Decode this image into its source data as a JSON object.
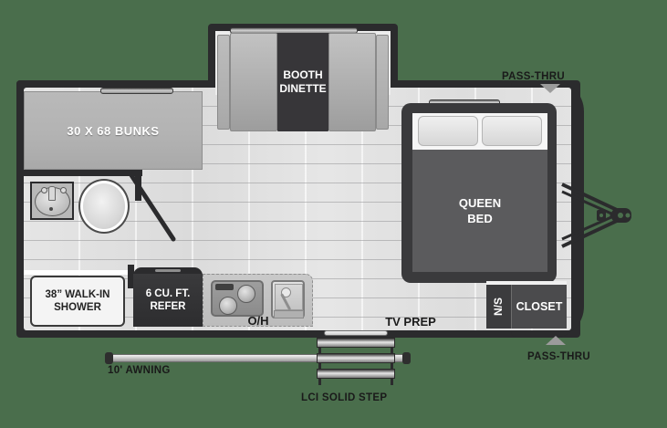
{
  "plan": {
    "title": "RV Travel Trailer Floorplan",
    "background_color": "#4a6e4c",
    "shell_color": "#2b2b2d",
    "floor_color": "#e9e9e9"
  },
  "rooms": {
    "bunks": {
      "label": "30 X 68 BUNKS"
    },
    "dinette": {
      "label_line1": "BOOTH",
      "label_line2": "DINETTE"
    },
    "shower": {
      "label_line1": "38” WALK-IN",
      "label_line2": "SHOWER"
    },
    "refer": {
      "label_line1": "6 CU. FT.",
      "label_line2": "REFER"
    },
    "bed": {
      "label_line1": "QUEEN",
      "label_line2": "BED"
    },
    "closet": {
      "label": "CLOSET"
    },
    "nightstand": {
      "label": "N/S"
    }
  },
  "floor_labels": {
    "overhead": "O/H",
    "tv_prep": "TV PREP"
  },
  "exterior": {
    "pass_thru_front": "PASS-THRU",
    "pass_thru_rear": "PASS-THRU",
    "awning": "10' AWNING",
    "step": "LCI SOLID STEP"
  },
  "icons": {
    "bathroom_sink": "sink-icon",
    "toilet": "toilet-icon",
    "cooktop": "stove-icon",
    "kitchen_sink": "kitchen-sink-icon",
    "hitch": "a-frame-hitch-icon",
    "pass_thru_arrow": "arrow-icon"
  }
}
